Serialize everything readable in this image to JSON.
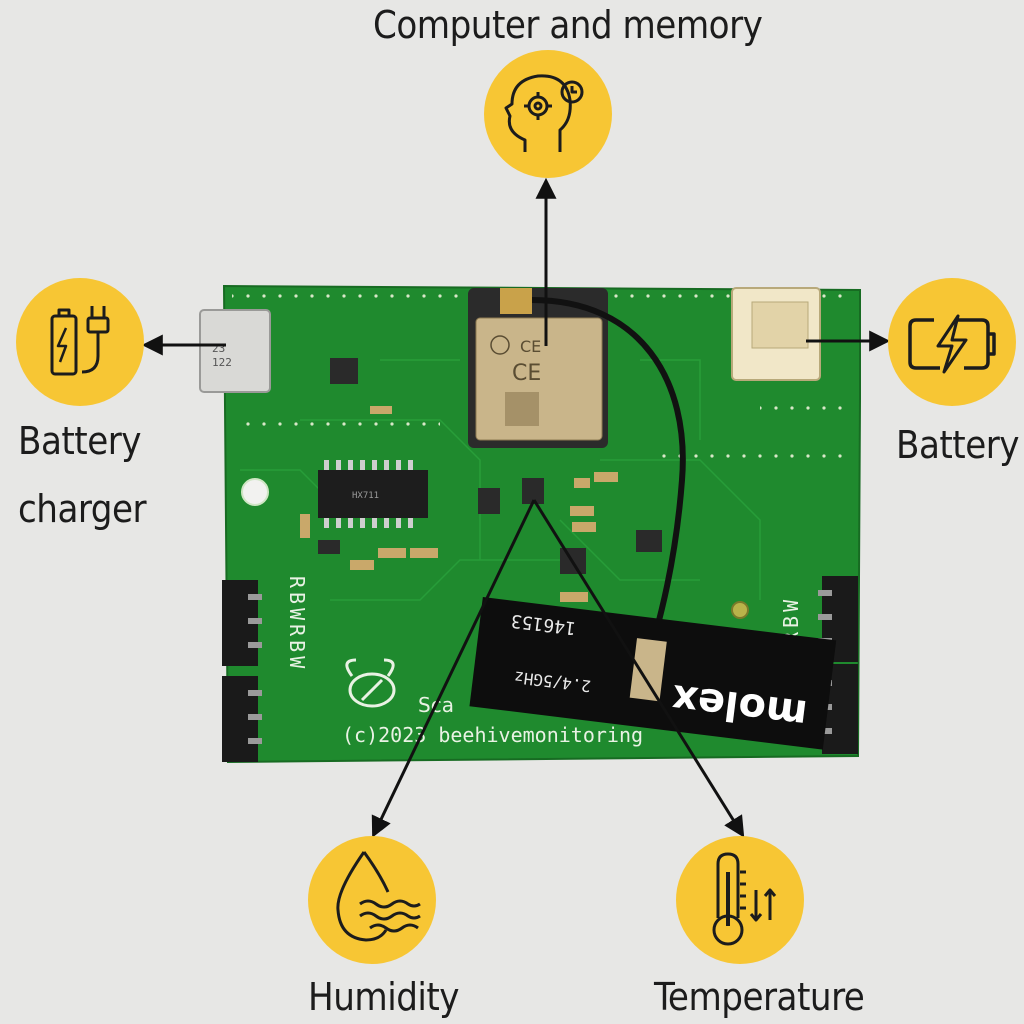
{
  "labels": {
    "computer_memory": "Computer and memory",
    "battery_charger_line1": "Battery",
    "battery_charger_line2": "charger",
    "battery": "Battery",
    "humidity": "Humidity",
    "temperature": "Temperature"
  },
  "board": {
    "copyright": "(c)2023 beehivemonitoring",
    "brand_partial": "Sca",
    "antenna_brand": "molex",
    "antenna_part": "146153",
    "antenna_band": "2.4/5GHz",
    "chip_marking": "HX711",
    "usb_marking_1": "23",
    "usb_marking_2": "122",
    "pin_label_left": "RBWRBW",
    "pin_label_right": "RBW"
  },
  "icons": {
    "computer_memory": "head-gear-brain-icon",
    "battery_charger": "battery-charger-plug-icon",
    "battery": "battery-bolt-icon",
    "humidity": "water-drop-waves-icon",
    "temperature": "thermometer-arrows-icon"
  },
  "colors": {
    "background": "#e7e7e5",
    "icon_circle": "#f7c634",
    "pcb": "#1f8a2e",
    "text": "#1c1c1c"
  }
}
